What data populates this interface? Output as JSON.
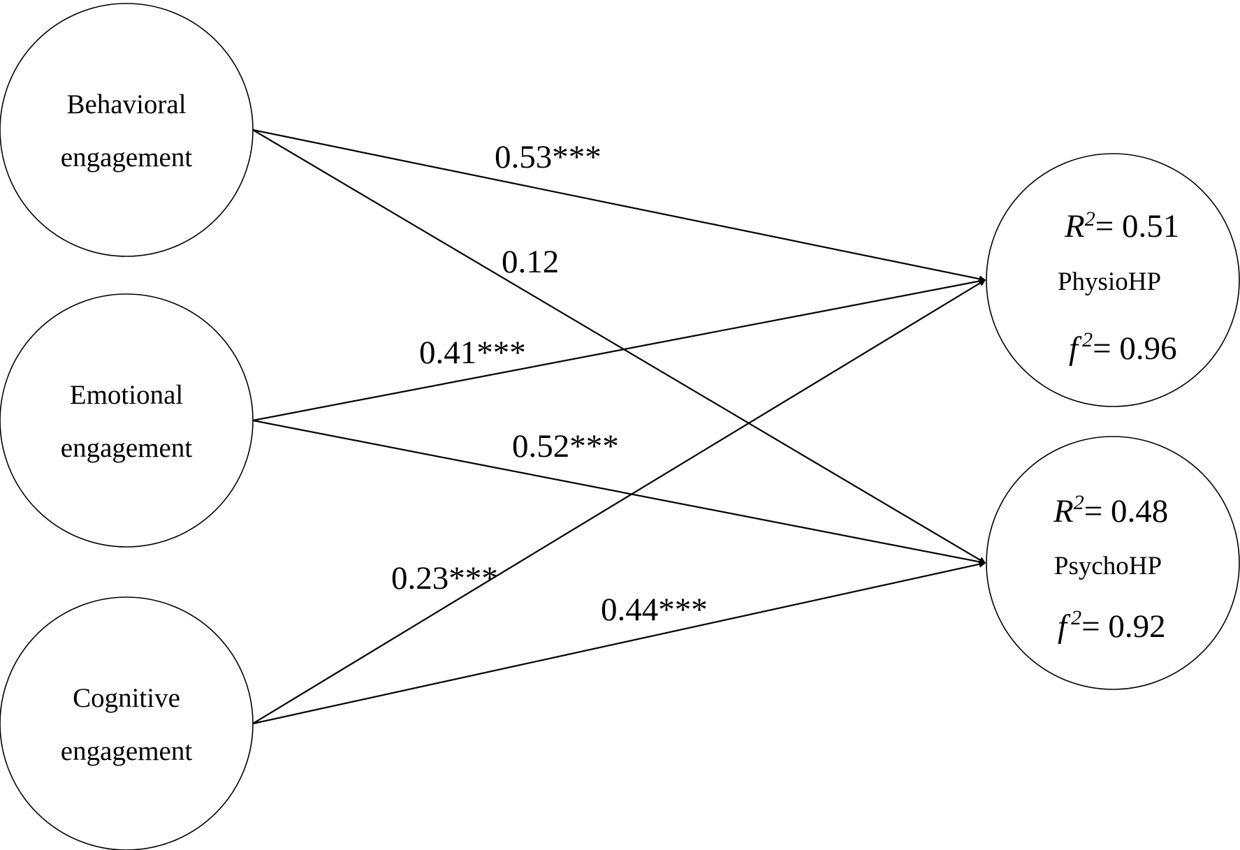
{
  "predictors": {
    "behavioral": {
      "line1": "Behavioral",
      "line2": "engagement"
    },
    "emotional": {
      "line1": "Emotional",
      "line2": "engagement"
    },
    "cognitive": {
      "line1": "Cognitive",
      "line2": "engagement"
    }
  },
  "outcomes": {
    "physio": {
      "label": "PhysioHP",
      "r2_symbol": "R",
      "r2_exp": "2",
      "r2_value": "= 0.51",
      "f2_symbol": "f",
      "f2_exp": "2",
      "f2_value": "= 0.96"
    },
    "psycho": {
      "label": "PsychoHP",
      "r2_symbol": "R",
      "r2_exp": "2",
      "r2_value": "= 0.48",
      "f2_symbol": "f",
      "f2_exp": "2",
      "f2_value": "= 0.92"
    }
  },
  "paths": {
    "behavioral_physio": "0.53***",
    "behavioral_psycho": "0.12",
    "emotional_physio": "0.41***",
    "emotional_psycho": "0.52***",
    "cognitive_physio": "0.23***",
    "cognitive_psycho": "0.44***"
  }
}
